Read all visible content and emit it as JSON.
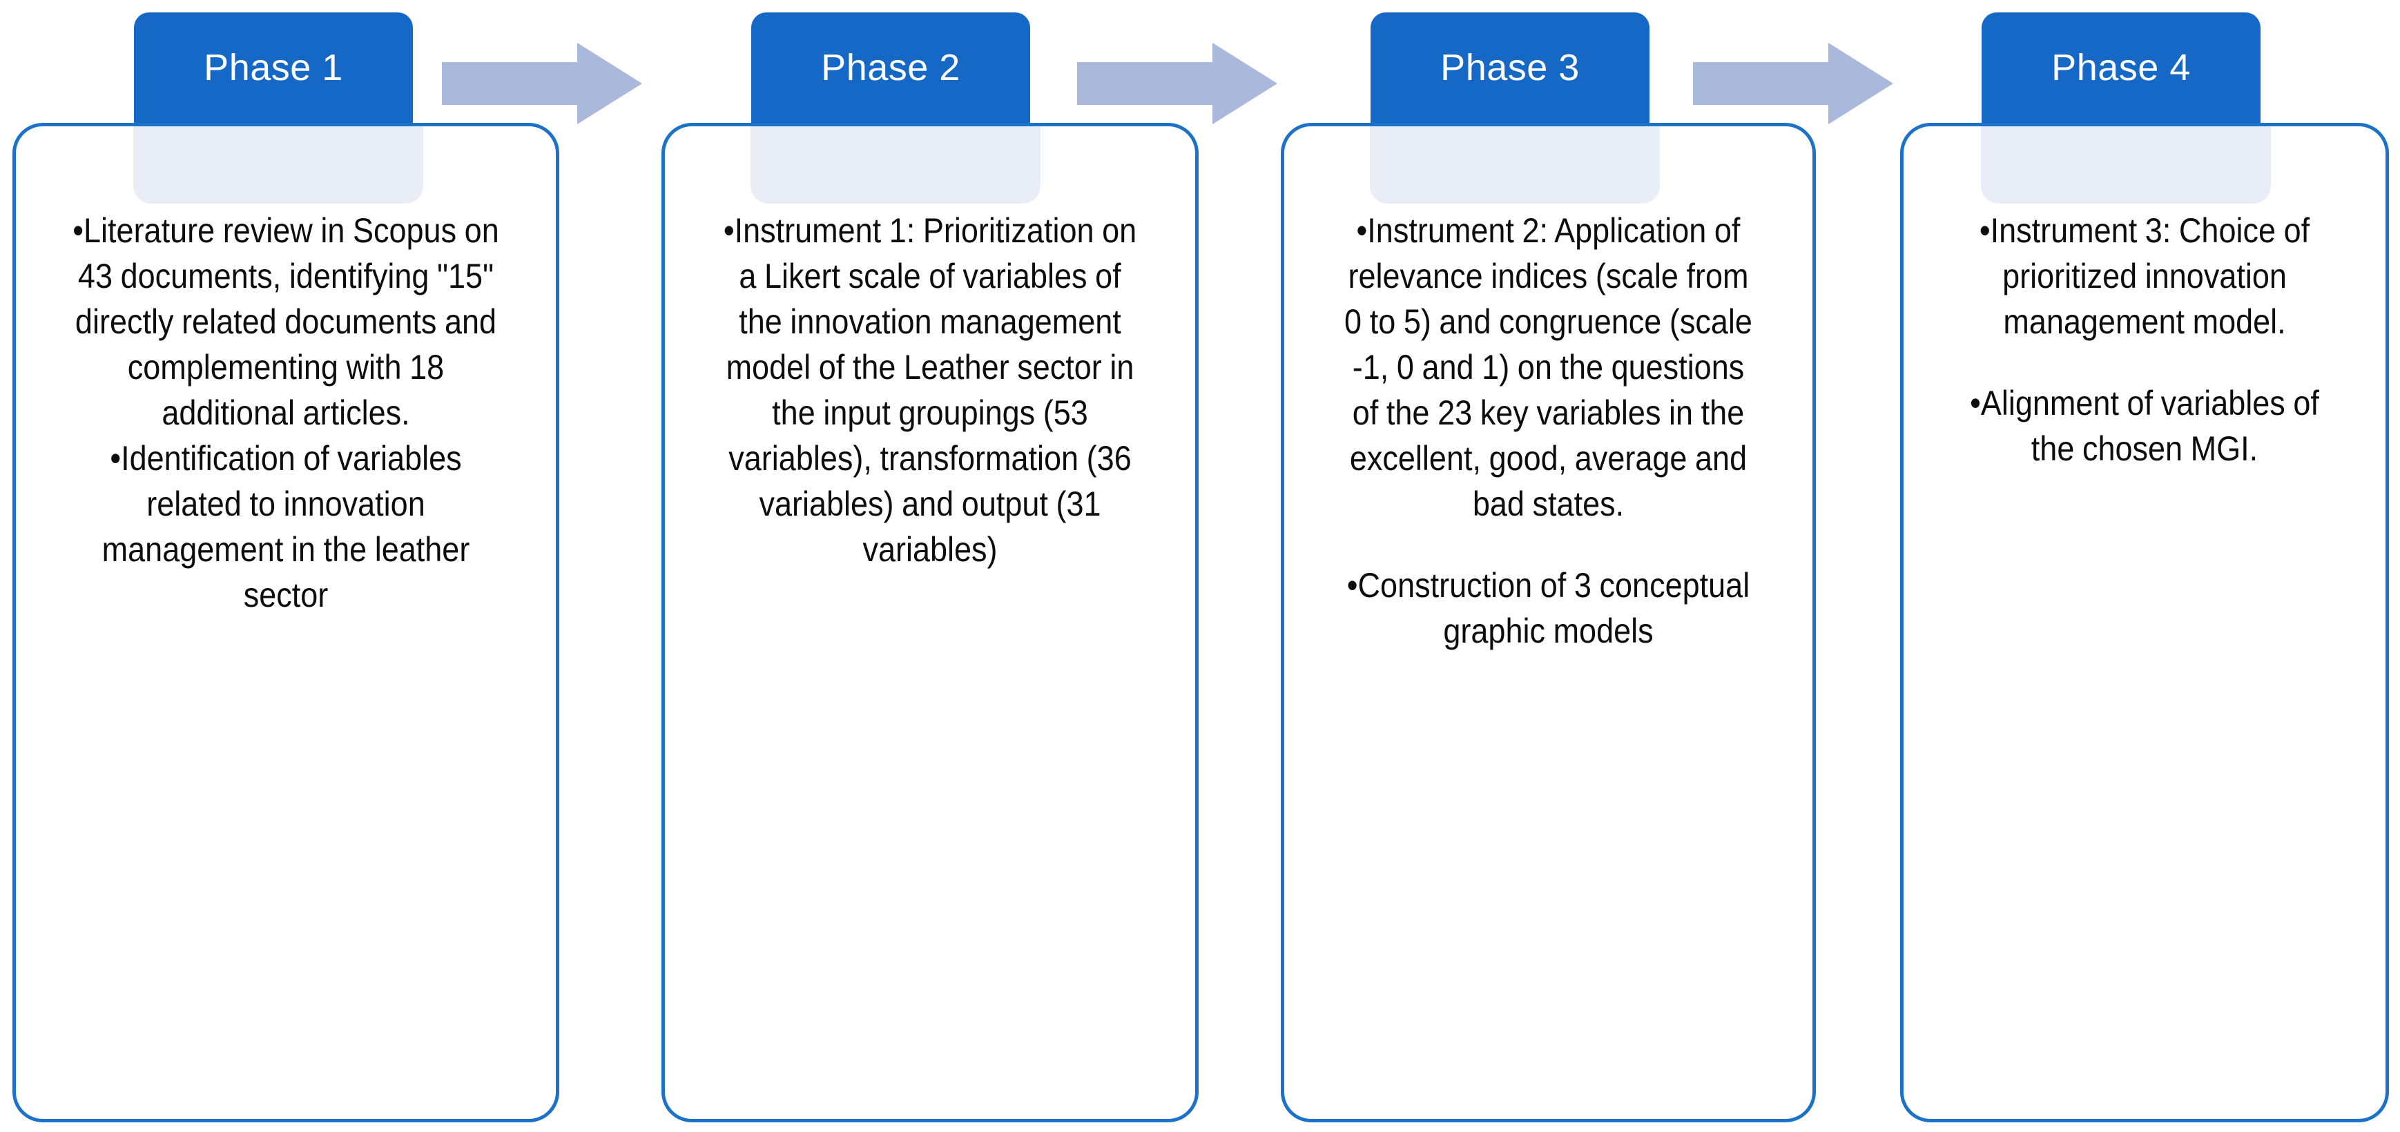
{
  "diagram": {
    "type": "phase-process-flow",
    "orientation": "left-to-right",
    "colors": {
      "tab_blue": "#1668C6",
      "card_border_blue": "#1B72C8",
      "card_fill": "#FFFFFF",
      "inner_shade": "#E9EEF6",
      "arrow_fill": "#A9B8DB",
      "text": "#0D0D0D",
      "tab_text": "#FFFFFF"
    },
    "bullet_char": "•",
    "arrows": [
      {
        "name": "arrow-phase1-to-phase2"
      },
      {
        "name": "arrow-phase2-to-phase3"
      },
      {
        "name": "arrow-phase3-to-phase4"
      }
    ],
    "phases": [
      {
        "id": "phase-1",
        "tab_label": "Phase 1",
        "bullets": [
          "•Literature review in Scopus on 43 documents, identifying \"15\" directly related documents and complementing with 18 additional articles.",
          "•Identification of variables related to innovation management in the leather sector"
        ]
      },
      {
        "id": "phase-2",
        "tab_label": "Phase 2",
        "bullets": [
          "•Instrument 1: Prioritization on a Likert scale of variables of the innovation management model of the Leather sector in the input groupings (53 variables), transformation (36 variables) and output (31 variables)"
        ]
      },
      {
        "id": "phase-3",
        "tab_label": "Phase 3",
        "bullets": [
          "•Instrument 2: Application of relevance indices (scale from 0 to 5) and congruence (scale -1, 0 and 1) on the questions of the 23 key variables in the excellent, good, average and bad states.",
          "•Construction of 3 conceptual graphic models"
        ]
      },
      {
        "id": "phase-4",
        "tab_label": "Phase 4",
        "bullets": [
          "•Instrument 3: Choice of prioritized innovation management model.",
          "•Alignment of variables of the chosen MGI."
        ]
      }
    ]
  }
}
